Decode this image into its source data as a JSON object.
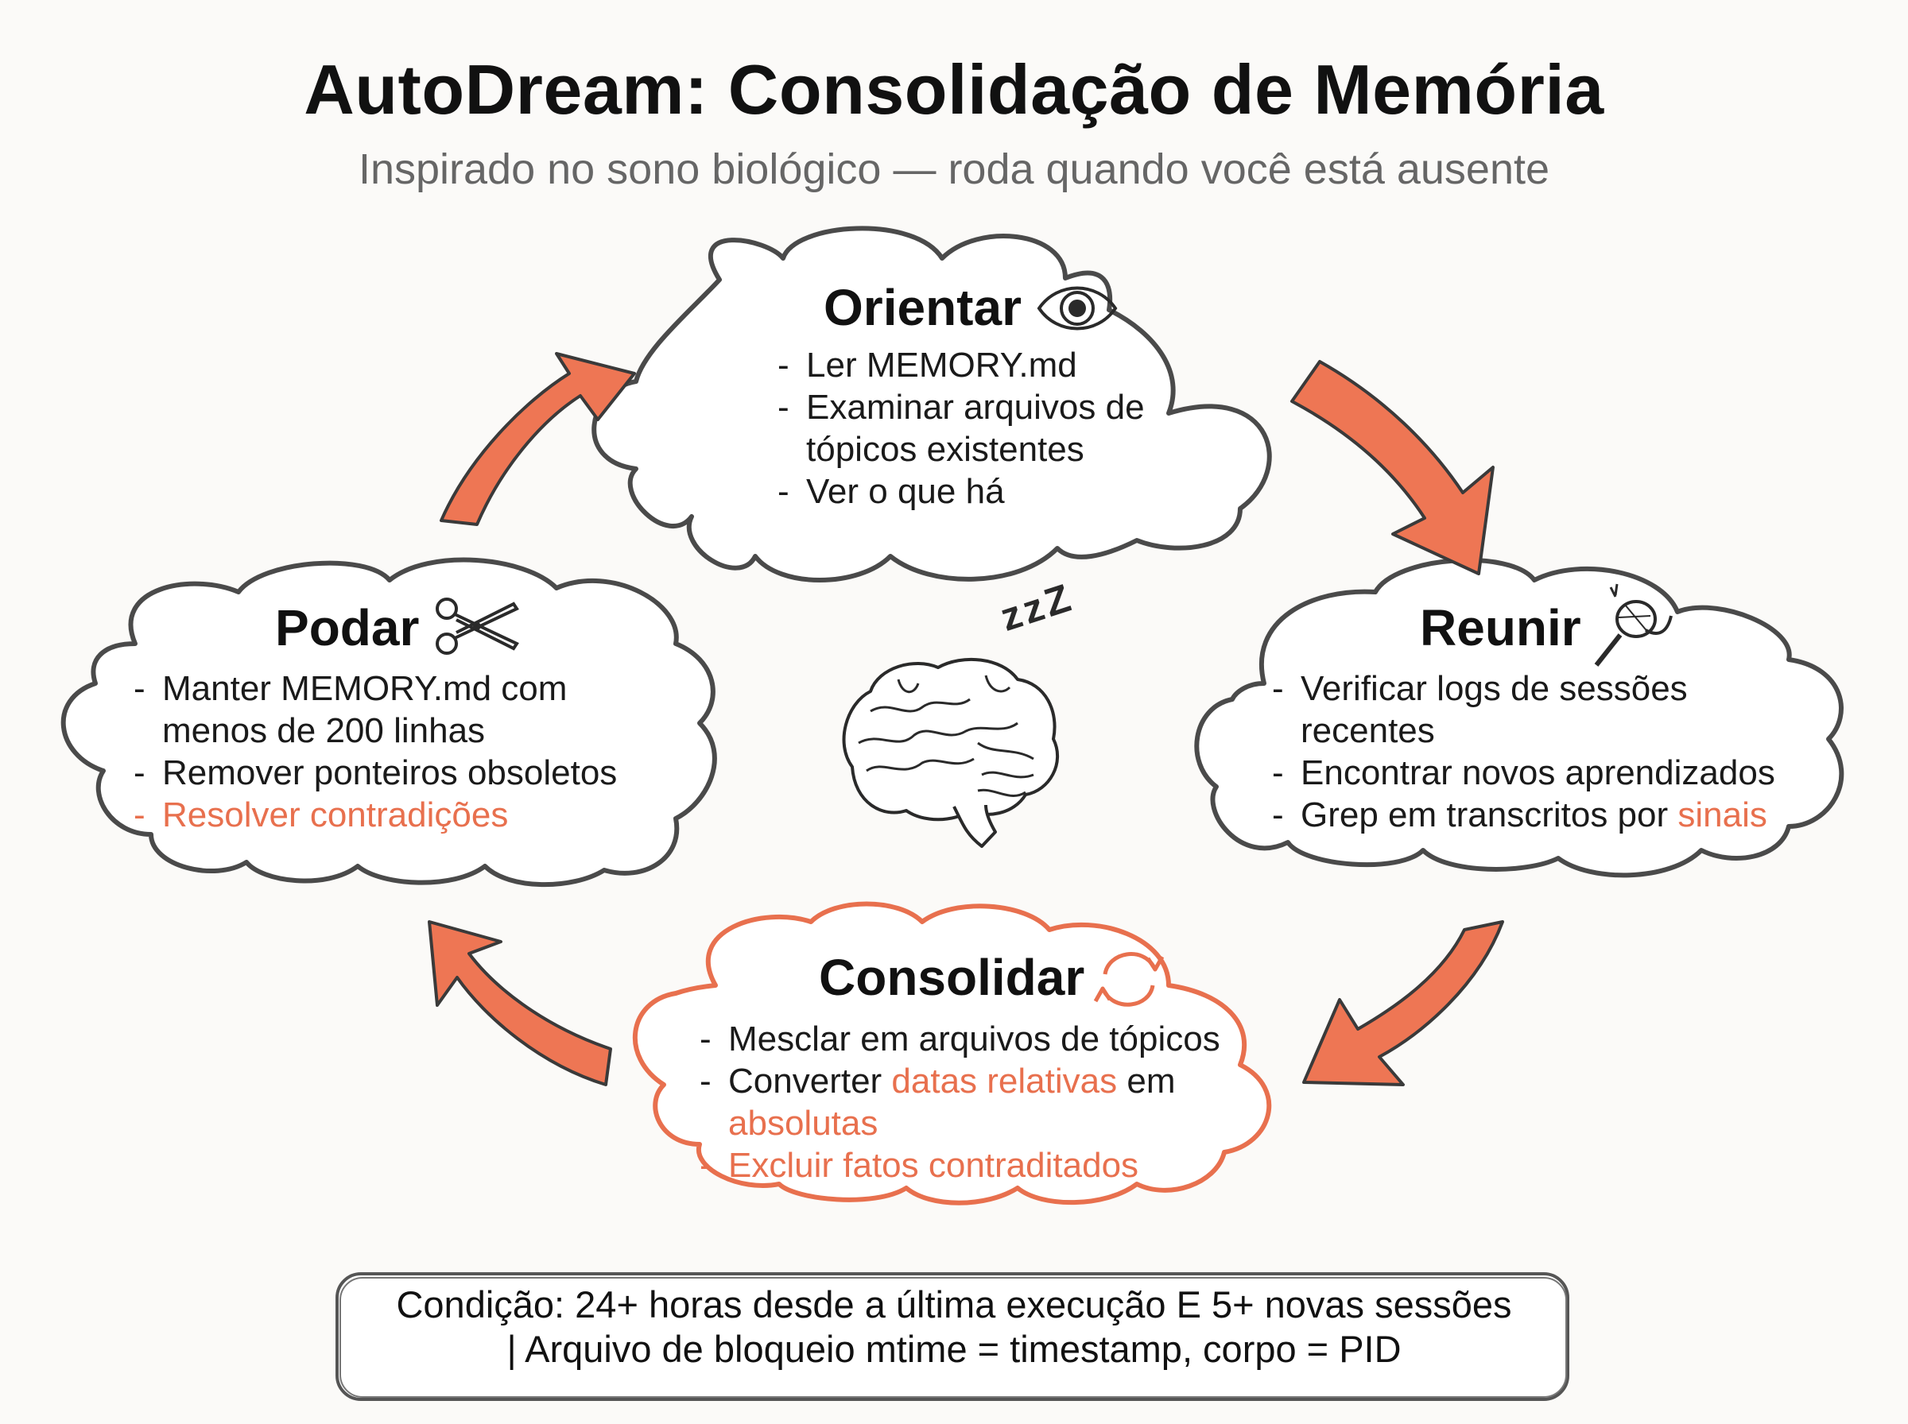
{
  "header": {
    "title": "AutoDream: Consolidação de Memória",
    "subtitle": "Inspirado no sono biológico — roda quando você está ausente"
  },
  "center": {
    "zzz": "zzZ",
    "icon": "brain-icon"
  },
  "colors": {
    "accent": "#e8704e",
    "stroke": "#444444",
    "text": "#111111",
    "muted": "#666666"
  },
  "stages": {
    "orientar": {
      "title": "Orientar",
      "icon": "eye-icon",
      "items": [
        "Ler MEMORY.md",
        "Examinar arquivos de",
        "tópicos existentes",
        "Ver o que há"
      ]
    },
    "reunir": {
      "title": "Reunir",
      "icon": "butterfly-net-icon",
      "items": [
        "Verificar logs de sessões",
        "recentes",
        "Encontrar novos aprendizados"
      ],
      "item4_prefix": "Grep em transcritos por ",
      "item4_highlight": "sinais"
    },
    "consolidar": {
      "title": "Consolidar",
      "icon": "refresh-cycle-icon",
      "item1": "Mesclar em arquivos de tópicos",
      "item2_prefix": "Converter ",
      "item2_highlight": "datas relativas",
      "item2_suffix": " em",
      "item2_cont": "absolutas",
      "item3": "Excluir fatos contraditados"
    },
    "podar": {
      "title": "Podar",
      "icon": "scissors-icon",
      "items": [
        "Manter MEMORY.md com",
        "menos de 200 linhas",
        "Remover ponteiros obsoletos"
      ],
      "item4": "Resolver contradições"
    }
  },
  "condition": {
    "line1": "Condição: 24+ horas desde a última execução E 5+ novas sessões",
    "line2": "| Arquivo de bloqueio mtime = timestamp, corpo = PID"
  }
}
